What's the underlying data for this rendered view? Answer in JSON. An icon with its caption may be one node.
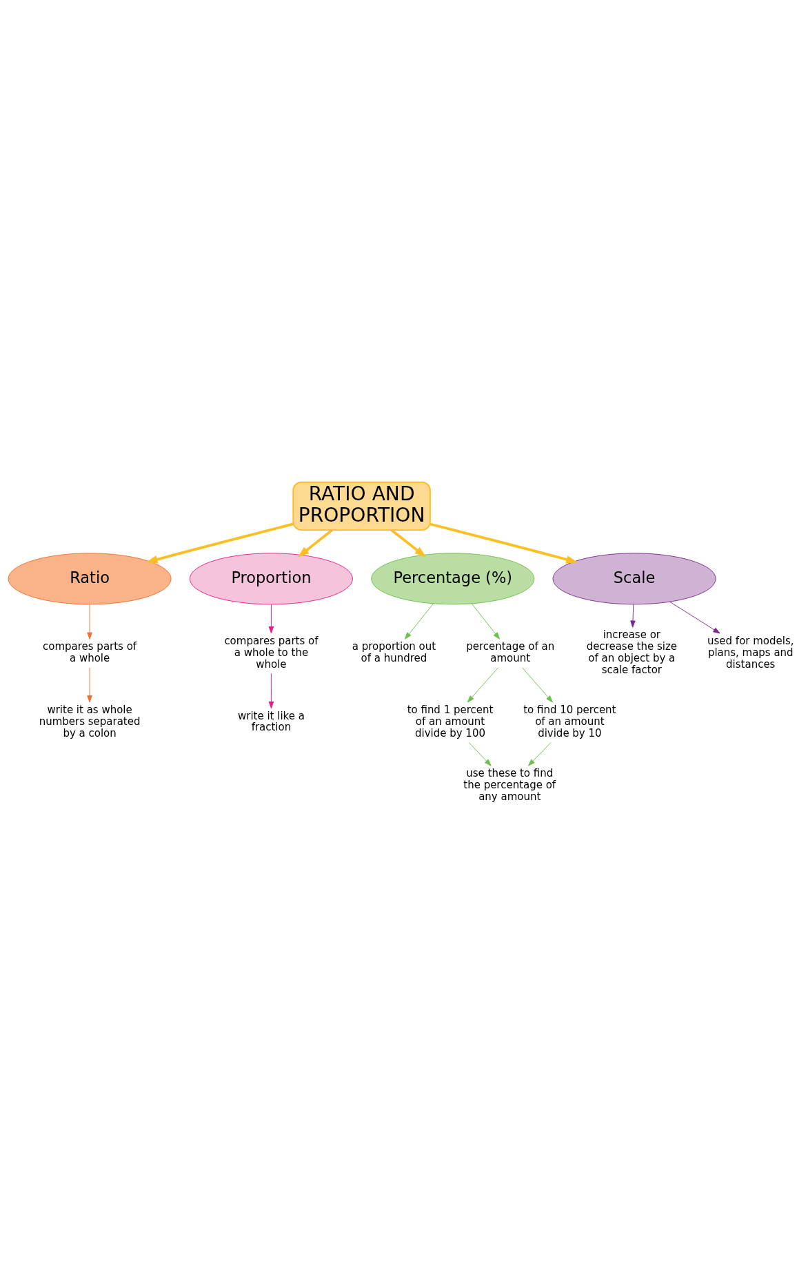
{
  "diagram": {
    "nodes": [
      {
        "text": [
          "RATIO AND PROPORTION"
        ]
      },
      {
        "text": [
          "Ratio"
        ]
      },
      {
        "text": [
          "Proportion"
        ]
      },
      {
        "text": [
          "Percentage (%)"
        ]
      },
      {
        "text": [
          "Scale"
        ]
      },
      {
        "text": [
          "compares parts of a whole"
        ]
      },
      {
        "text": [
          "write it as whole numbers separated by a colon"
        ]
      },
      {
        "text": [
          "compares parts of a whole to the whole"
        ]
      },
      {
        "text": [
          "write it like a fraction"
        ]
      },
      {
        "text": [
          "a proportion out of a hundred"
        ]
      },
      {
        "text": [
          "percentage of an amount"
        ]
      },
      {
        "text": [
          "to find 1 percent of an amount divide by 100"
        ]
      },
      {
        "text": [
          "to find 10 percent of an amount divide by 10"
        ]
      },
      {
        "text": [
          "use these to find the percentage of any amount"
        ]
      },
      {
        "text": [
          "increase or decrease the size of an object by a scale factor"
        ]
      },
      {
        "text": [
          "used for models, plans, maps and distances"
        ]
      }
    ],
    "edges": [
      {
        "from": 0,
        "to": 1,
        "arrow": "to",
        "style": "thick",
        "color": "#fbbf24"
      },
      {
        "from": 0,
        "to": 2,
        "arrow": "to",
        "style": "thick",
        "color": "#fbbf24"
      },
      {
        "from": 0,
        "to": 3,
        "arrow": "to",
        "style": "thick",
        "color": "#fbbf24"
      },
      {
        "from": 0,
        "to": 4,
        "arrow": "to",
        "style": "thick",
        "color": "#fbbf24"
      },
      {
        "from": 1,
        "to": 5,
        "arrow": "to",
        "color": "#f07030"
      },
      {
        "from": 5,
        "to": 6,
        "arrow": "to",
        "color": "#f07030"
      },
      {
        "from": 2,
        "to": 7,
        "arrow": "to",
        "color": "#e0208a"
      },
      {
        "from": 7,
        "to": 8,
        "arrow": "to",
        "color": "#e0208a"
      },
      {
        "from": 3,
        "to": 9,
        "arrow": "to"
      },
      {
        "from": 3,
        "to": 10,
        "arrow": "to"
      },
      {
        "from": 10,
        "to": 11,
        "arrow": "to"
      },
      {
        "from": 10,
        "to": 12,
        "arrow": "to"
      },
      {
        "from": 11,
        "to": 13,
        "arrow": "to"
      },
      {
        "from": 12,
        "to": 13,
        "arrow": "to"
      },
      {
        "from": 4,
        "to": 14,
        "arrow": "to",
        "color": "#7b2a8a"
      },
      {
        "from": 4,
        "to": 15,
        "arrow": "to",
        "color": "#7b2a8a"
      }
    ]
  }
}
